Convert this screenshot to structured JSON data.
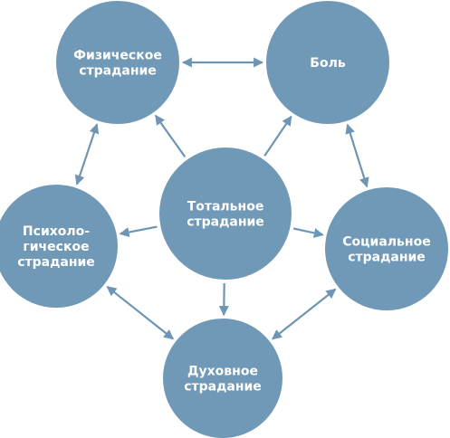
{
  "diagram": {
    "circle_color": "#7099B7",
    "arrow_color": "#6E96B4",
    "background": "#FFFFFF",
    "nodes": [
      {
        "id": "physical",
        "lines": [
          "Физическое",
          "страдание"
        ]
      },
      {
        "id": "pain",
        "lines": [
          "Боль"
        ]
      },
      {
        "id": "total",
        "lines": [
          "Тотальное",
          "страдание"
        ]
      },
      {
        "id": "psych",
        "lines": [
          "Психоло-",
          "гическое",
          "страдание"
        ]
      },
      {
        "id": "social",
        "lines": [
          "Социальное",
          "страдание"
        ]
      },
      {
        "id": "spiritual",
        "lines": [
          "Духовное",
          "страдание"
        ]
      }
    ],
    "edges": [
      {
        "from": "physical",
        "to": "pain",
        "direction": "both"
      },
      {
        "from": "pain",
        "to": "social",
        "direction": "both"
      },
      {
        "from": "social",
        "to": "spiritual",
        "direction": "both"
      },
      {
        "from": "spiritual",
        "to": "psych",
        "direction": "both"
      },
      {
        "from": "psych",
        "to": "physical",
        "direction": "both"
      },
      {
        "from": "total",
        "to": "physical",
        "direction": "forward"
      },
      {
        "from": "total",
        "to": "pain",
        "direction": "forward"
      },
      {
        "from": "total",
        "to": "psych",
        "direction": "forward"
      },
      {
        "from": "total",
        "to": "social",
        "direction": "forward"
      },
      {
        "from": "total",
        "to": "spiritual",
        "direction": "forward"
      }
    ]
  }
}
